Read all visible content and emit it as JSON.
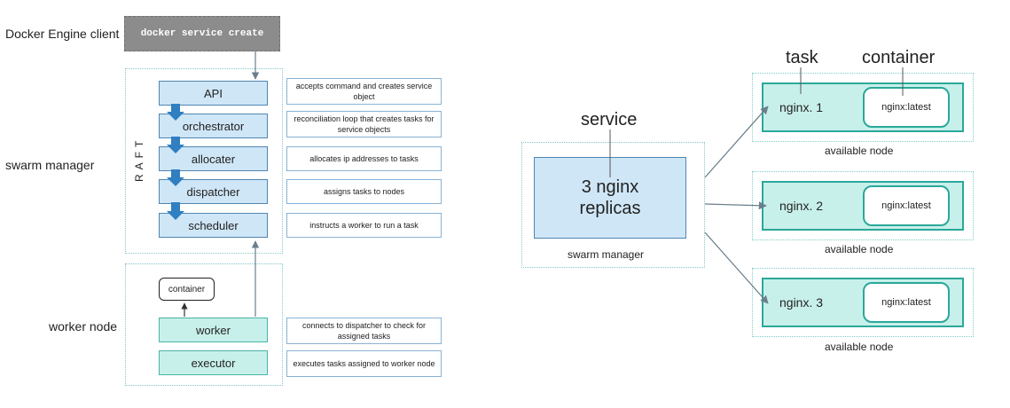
{
  "left_diagram": {
    "client_label": "Docker Engine client",
    "command": "docker service create",
    "swarm_manager_label": "swarm manager",
    "raft_label": "RAFT",
    "worker_node_label": "worker node",
    "manager_components": [
      {
        "name": "API",
        "description": "accepts command and creates service object"
      },
      {
        "name": "orchestrator",
        "description": "reconciliation loop that creates tasks for service objects"
      },
      {
        "name": "allocater",
        "description": "allocates ip addresses to tasks"
      },
      {
        "name": "dispatcher",
        "description": "assigns tasks to nodes"
      },
      {
        "name": "scheduler",
        "description": "instructs a worker to run a task"
      }
    ],
    "container_label": "container",
    "worker_components": [
      {
        "name": "worker",
        "description": "connects to dispatcher to check for assigned tasks"
      },
      {
        "name": "executor",
        "description": "executes tasks assigned to worker node"
      }
    ]
  },
  "right_diagram": {
    "service_label": "service",
    "service_box_line1": "3 nginx",
    "service_box_line2": "replicas",
    "swarm_manager_label": "swarm manager",
    "task_label": "task",
    "container_label": "container",
    "nodes": [
      {
        "task": "nginx. 1",
        "container": "nginx:latest",
        "caption": "available node"
      },
      {
        "task": "nginx. 2",
        "container": "nginx:latest",
        "caption": "available node"
      },
      {
        "task": "nginx. 3",
        "container": "nginx:latest",
        "caption": "available node"
      }
    ]
  },
  "colors": {
    "manager_fill": "#cfe6f7",
    "worker_fill": "#c8f0ea",
    "accent_blue": "#2f7fc1",
    "accent_teal": "#2aa89a"
  }
}
